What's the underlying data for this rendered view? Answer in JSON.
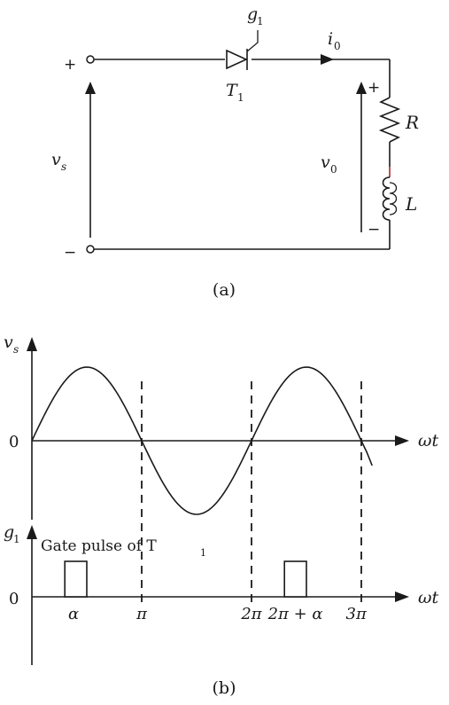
{
  "circuit": {
    "gate_label": "g",
    "gate_sub": "1",
    "current_label": "i",
    "current_sub": "0",
    "thyristor_label": "T",
    "thyristor_sub": "1",
    "source_label": "v",
    "source_sub": "s",
    "output_label": "v",
    "output_sub": "0",
    "resistor_label": "R",
    "inductor_label": "L",
    "plus": "+",
    "minus": "−",
    "caption": "(a)"
  },
  "waveforms": {
    "vs_axis_label": "v",
    "vs_axis_sub": "s",
    "zero_label": "0",
    "x_axis_label": "ωt",
    "g1_axis_label": "g",
    "g1_axis_sub": "1",
    "gate_pulse_text": "Gate pulse of T",
    "gate_pulse_sub": "1",
    "tick_labels": [
      "α",
      "π",
      "2π",
      "2π + α",
      "3π"
    ],
    "caption": "(b)"
  },
  "chart_data": {
    "type": "line",
    "series": [
      {
        "name": "v",
        "function": "sin",
        "x_range": [
          0,
          3.05
        ]
      },
      {
        "name": "g",
        "pulses": [
          [
            0.3,
            0.5
          ],
          [
            2.3,
            2.5
          ]
        ],
        "level": 1
      }
    ],
    "x_unit": "pi-radians",
    "dashed_markers": [
      1,
      2,
      3
    ]
  }
}
